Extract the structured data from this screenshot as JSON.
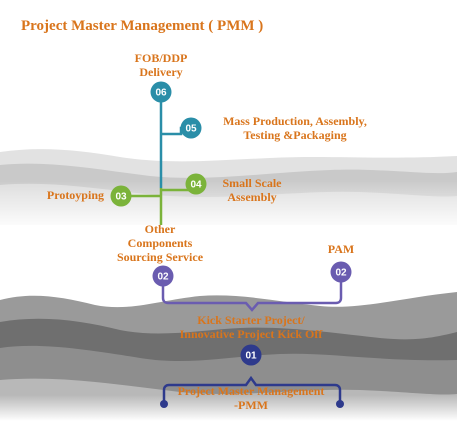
{
  "title": "Project Master Management ( PMM )",
  "colors": {
    "label_orange": "#d9751c",
    "teal": "#2a8ea8",
    "green": "#7bb33a",
    "purple": "#6a5cb0",
    "navy": "#2e3a8c"
  },
  "nodes": {
    "n06": {
      "badge": "06",
      "label": "FOB/DDP\nDelivery"
    },
    "n05": {
      "badge": "05",
      "label": "Mass Production, Assembly,\nTesting &Packaging"
    },
    "n04": {
      "badge": "04",
      "label": "Small Scale\nAssembly"
    },
    "n03": {
      "badge": "03",
      "label": "Protoyping"
    },
    "n02a": {
      "badge": "02",
      "label": "Other\nComponents\nSourcing Service"
    },
    "n02b": {
      "badge": "02",
      "label": "PAM"
    },
    "n01": {
      "badge": "01",
      "label": "Kick Starter Project/\nInnovative Project Kick Off"
    },
    "root": {
      "label": "Project Master Management\n-PMM"
    }
  }
}
